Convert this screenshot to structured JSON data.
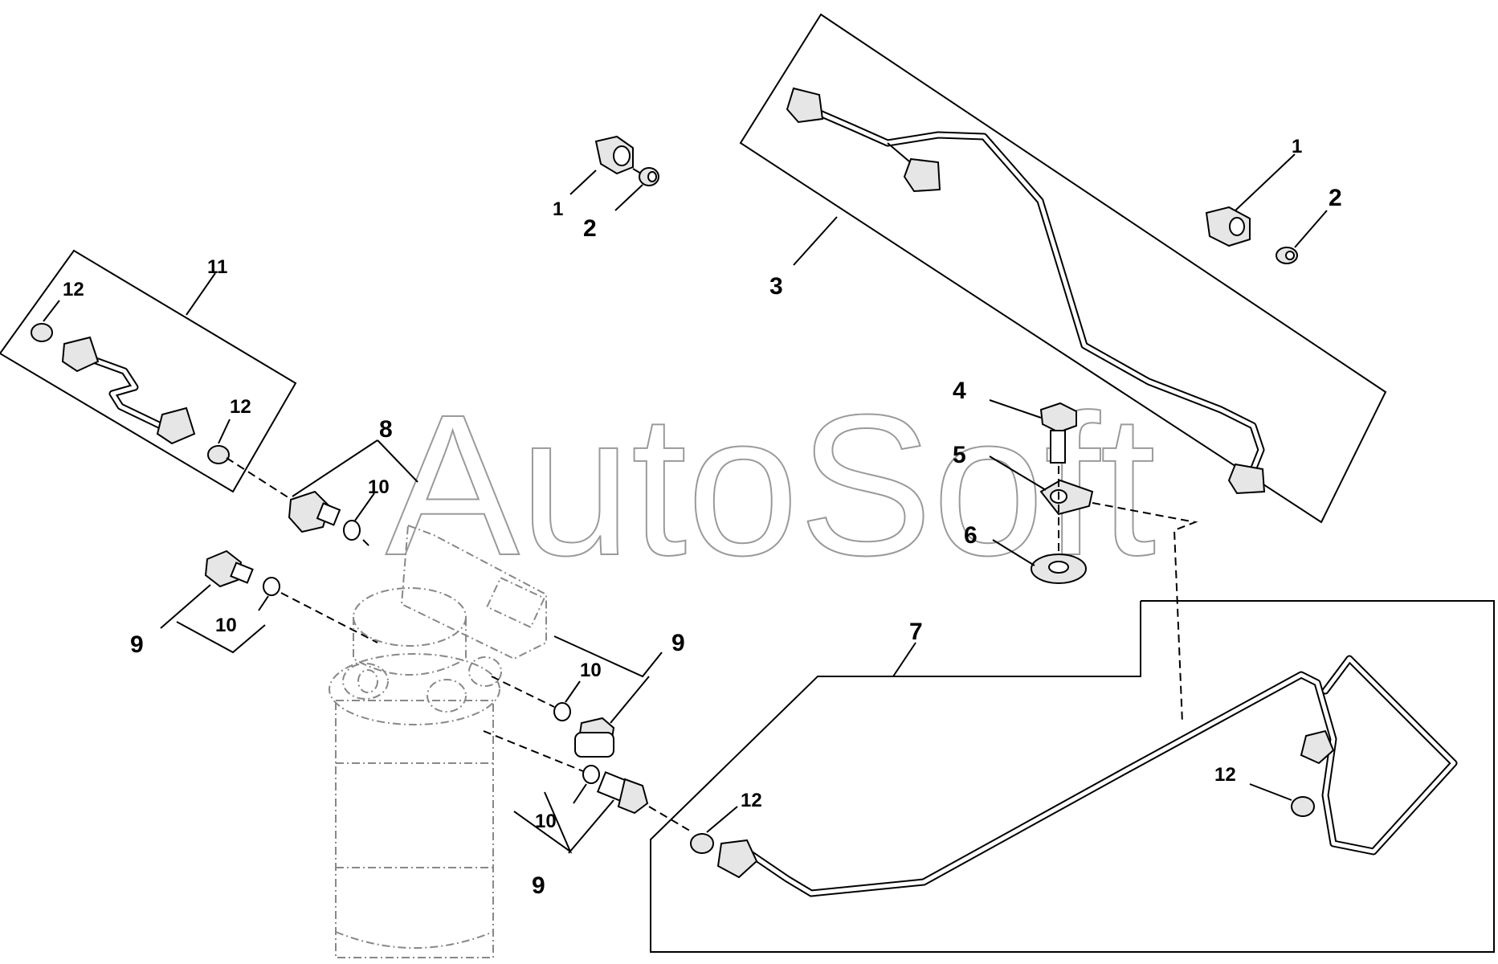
{
  "watermark": "AutoSoft",
  "callouts": {
    "c1_top": "1",
    "c2_top": "2",
    "c1_right": "1",
    "c2_right": "2",
    "c3": "3",
    "c4": "4",
    "c5": "5",
    "c6": "6",
    "c7": "7",
    "c8": "8",
    "c9_left": "9",
    "c9_mid": "9",
    "c9_bottom": "9",
    "c10_upper": "10",
    "c10_left": "10",
    "c10_mid": "10",
    "c10_bottom": "10",
    "c11": "11",
    "c12_left_top": "12",
    "c12_left_mid": "12",
    "c12_bottom": "12",
    "c12_right": "12"
  }
}
